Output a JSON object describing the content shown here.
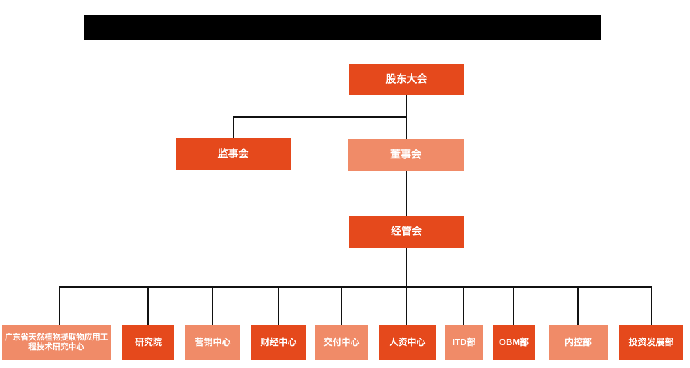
{
  "colors": {
    "primary": "#E5491C",
    "secondary": "#F08B68",
    "line": "#111111",
    "node_text": "#FFFFFF",
    "redacted_bar": "#000000"
  },
  "org": {
    "shareholders": {
      "label": "股东大会",
      "variant": "dark"
    },
    "supervisory": {
      "label": "监事会",
      "variant": "dark"
    },
    "board": {
      "label": "董事会",
      "variant": "light"
    },
    "management": {
      "label": "经管会",
      "variant": "dark"
    },
    "departments": [
      {
        "label": "广东省天然植物提取物应用工程技术研究中心",
        "variant": "light"
      },
      {
        "label": "研究院",
        "variant": "dark"
      },
      {
        "label": "营销中心",
        "variant": "light"
      },
      {
        "label": "财经中心",
        "variant": "dark"
      },
      {
        "label": "交付中心",
        "variant": "light"
      },
      {
        "label": "人资中心",
        "variant": "dark"
      },
      {
        "label": "ITD部",
        "variant": "light"
      },
      {
        "label": "OBM部",
        "variant": "dark"
      },
      {
        "label": "内控部",
        "variant": "light"
      },
      {
        "label": "投资发展部",
        "variant": "dark"
      }
    ]
  }
}
